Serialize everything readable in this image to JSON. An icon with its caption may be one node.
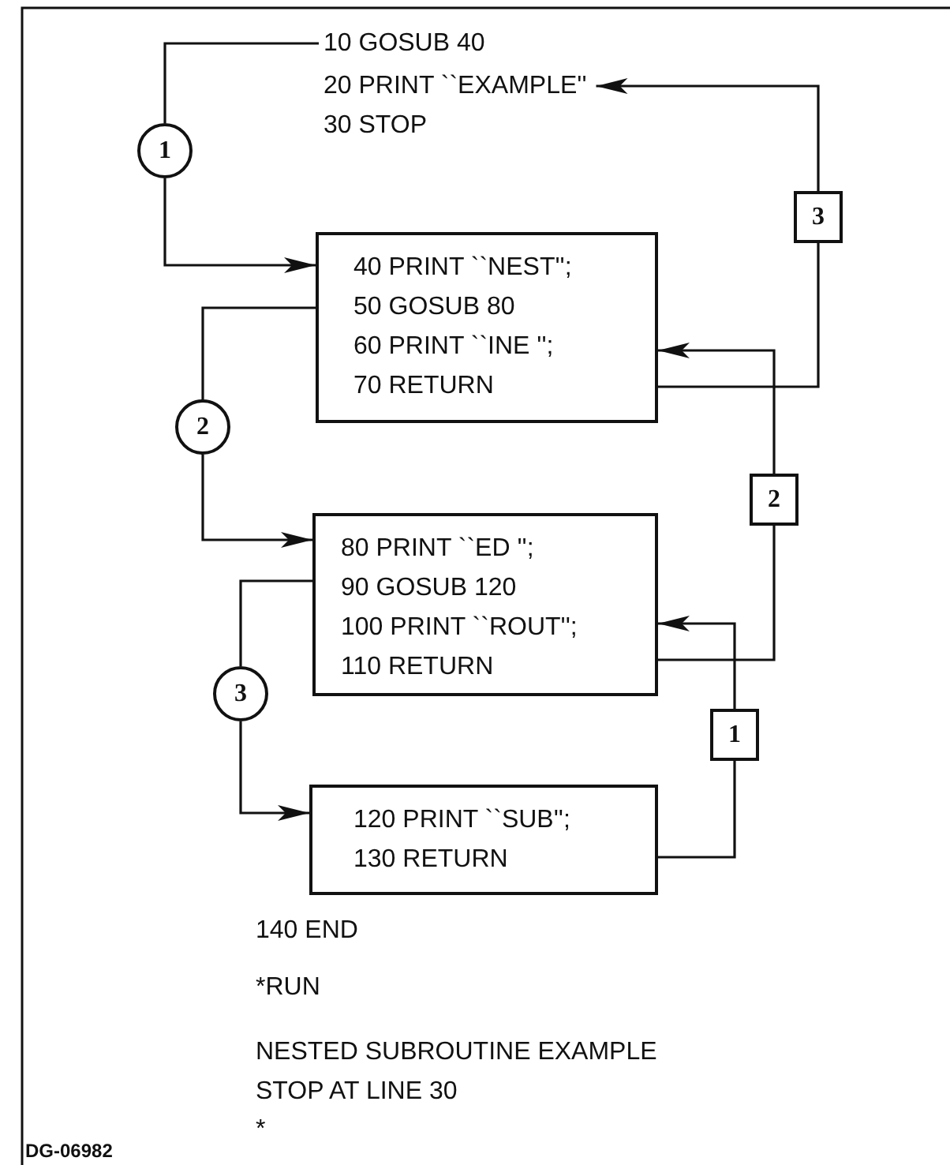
{
  "diagram": {
    "nodes": [
      {
        "text": [
          "10 GOSUB 40"
        ]
      },
      {
        "text": [
          "20 PRINT ``EXAMPLE''"
        ]
      },
      {
        "text": [
          "40 PRINT ``NEST'';",
          "50 GOSUB 80",
          "60 PRINT ``INE '';",
          "70 RETURN"
        ]
      },
      {
        "text": [
          "80 PRINT ``ED '';",
          "90 GOSUB 120",
          "100 PRINT ``ROUT'';",
          "110 RETURN"
        ]
      },
      {
        "text": [
          "120 PRINT ``SUB'';",
          "130 RETURN"
        ]
      },
      {
        "text": [
          "1"
        ]
      },
      {
        "text": [
          "2"
        ]
      },
      {
        "text": [
          "3"
        ]
      },
      {
        "text": [
          "3"
        ]
      },
      {
        "text": [
          "2"
        ]
      },
      {
        "text": [
          "1"
        ]
      }
    ],
    "edges": [
      {
        "from": 0,
        "to": 5,
        "arrow": "none"
      },
      {
        "from": 5,
        "to": 2,
        "arrow": "to"
      },
      {
        "from": 2,
        "to": 6,
        "arrow": "none"
      },
      {
        "from": 6,
        "to": 3,
        "arrow": "to"
      },
      {
        "from": 3,
        "to": 7,
        "arrow": "none"
      },
      {
        "from": 7,
        "to": 4,
        "arrow": "to"
      },
      {
        "from": 4,
        "to": 10,
        "arrow": "none"
      },
      {
        "from": 10,
        "to": 3,
        "arrow": "to"
      },
      {
        "from": 3,
        "to": 9,
        "arrow": "none"
      },
      {
        "from": 9,
        "to": 2,
        "arrow": "to"
      },
      {
        "from": 2,
        "to": 8,
        "arrow": "none"
      },
      {
        "from": 8,
        "to": 1,
        "arrow": "to"
      }
    ],
    "labels": [
      "30 STOP",
      "140 END",
      "*RUN",
      "NESTED SUBROUTINE EXAMPLE",
      "STOP AT LINE 30",
      "*",
      "DG-06982"
    ]
  }
}
